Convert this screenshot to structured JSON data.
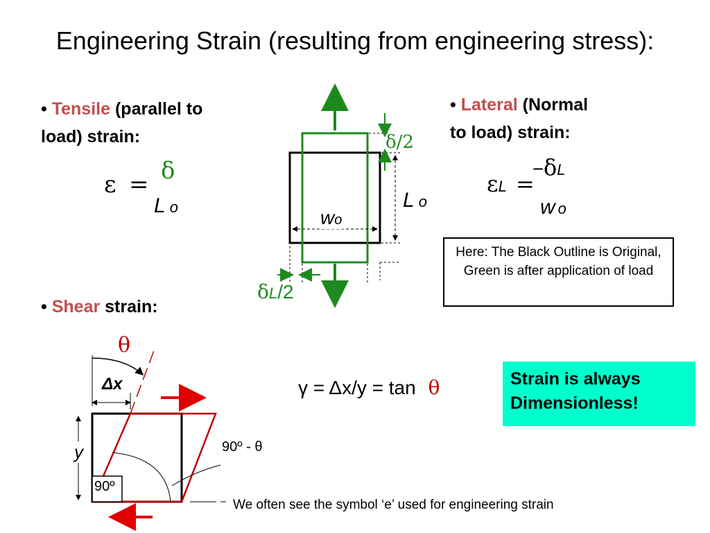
{
  "title": "Engineering Strain (resulting from engineering stress):",
  "tensile": {
    "bullet": "•",
    "keyword": "Tensile",
    "rest_line1": "(parallel to",
    "line2": "load) strain:",
    "eq_lhs": "ε",
    "eq_equals": "=",
    "eq_num": "δ",
    "eq_den": "L",
    "eq_den_sub": "o"
  },
  "lateral": {
    "bullet": "•",
    "keyword": "Lateral",
    "rest_line1": "(Normal",
    "line2": "to load) strain:",
    "eq_lhs": "ε",
    "eq_lhs_sub": "L",
    "eq_equals": "=",
    "eq_num": "–δ",
    "eq_num_sub": "L",
    "eq_den": "w",
    "eq_den_sub": "o"
  },
  "diagram": {
    "delta_half": "δ/2",
    "L0": "L",
    "L0_sub": "o",
    "w0": "w",
    "w0_sub": "o",
    "deltaL_half_prefix": "δ",
    "deltaL_half_sub": "L",
    "deltaL_half_suffix": "/2"
  },
  "note": {
    "text": "Here: The Black Outline is Original, Green is after application of load"
  },
  "shear": {
    "bullet": "•",
    "keyword": "Shear",
    "rest": "strain:",
    "theta_top": "θ",
    "dx_label": "Δx",
    "y_label": "y",
    "angle_90": "90º",
    "angle_90_minus": "90º - θ",
    "equation": "γ = Δx/y = tan",
    "equation_theta": "θ"
  },
  "callout": {
    "line1": "Strain is always",
    "line2": "Dimensionless!"
  },
  "footnote": "We often see the symbol ‘e’ used for engineering strain",
  "colors": {
    "accent_red": "#c0504d",
    "diagram_green": "#1e8a1e",
    "shear_red": "#c00000",
    "callout_bg": "#00ffcc"
  }
}
